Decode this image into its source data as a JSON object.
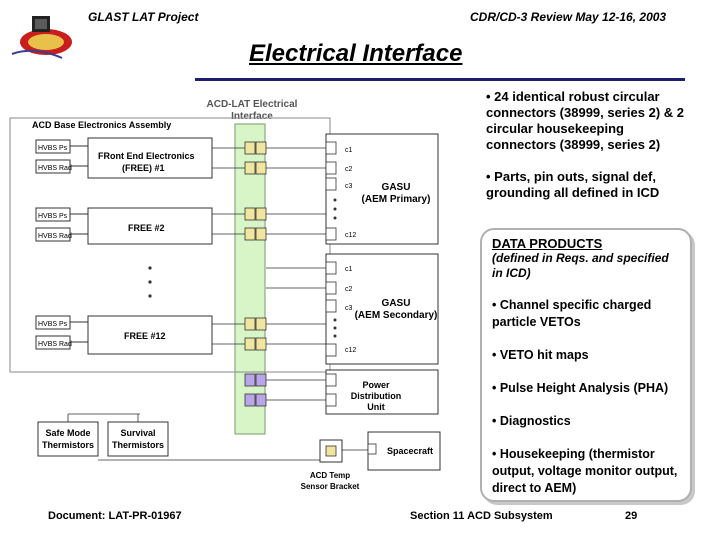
{
  "header": {
    "project": "GLAST LAT Project",
    "review": "CDR/CD-3 Review May 12-16, 2003"
  },
  "title": "Electrical Interface",
  "bullets": [
    "• 24 identical robust circular connectors (38999, series 2) & 2 circular housekeeping connectors (38999, series 2)",
    "• Parts, pin outs, signal def, grounding all defined in ICD"
  ],
  "data_products": {
    "title": "DATA PRODUCTS",
    "subtitle": "(defined in Reqs. and specified in ICD)",
    "items": [
      "• Channel specific charged particle VETOs",
      "• VETO hit maps",
      "• Pulse Height Analysis (PHA)",
      "• Diagnostics",
      "• Housekeeping (thermistor output, voltage monitor output, direct to AEM)"
    ]
  },
  "diagram": {
    "interface_label_1": "ACD-LAT Electrical",
    "interface_label_2": "Interface",
    "assembly_label": "ACD Base Electronics Assembly",
    "hv_ps": "HVBS Ps",
    "hv_rad": "HVBS Rad",
    "free1_line1": "FRont End Electronics",
    "free1_line2": "(FREE)  #1",
    "free2": "FREE #2",
    "free12": "FREE #12",
    "gasu1_line1": "GASU",
    "gasu1_line2": "(AEM Primary)",
    "gasu2_line1": "GASU",
    "gasu2_line2": "(AEM Secondary)",
    "c1": "c1",
    "c2": "c2",
    "c3": "c3",
    "c12": "c12",
    "power_line1": "Power",
    "power_line2": "Distribution",
    "power_line3": "Unit",
    "safe_line1": "Safe Mode",
    "safe_line2": "Thermistors",
    "survival_line1": "Survival",
    "survival_line2": "Thermistors",
    "spacecraft": "Spacecraft",
    "bracket_line1": "ACD Temp",
    "bracket_line2": "Sensor Bracket"
  },
  "footer": {
    "document": "Document:   LAT-PR-01967",
    "section": "Section 11 ACD Subsystem",
    "page": "29"
  },
  "colors": {
    "interface_band": "#d8f5c8",
    "connector_yellow": "#f0e6a0",
    "connector_purple": "#b9a6e8",
    "rule": "#1e1e6e"
  }
}
